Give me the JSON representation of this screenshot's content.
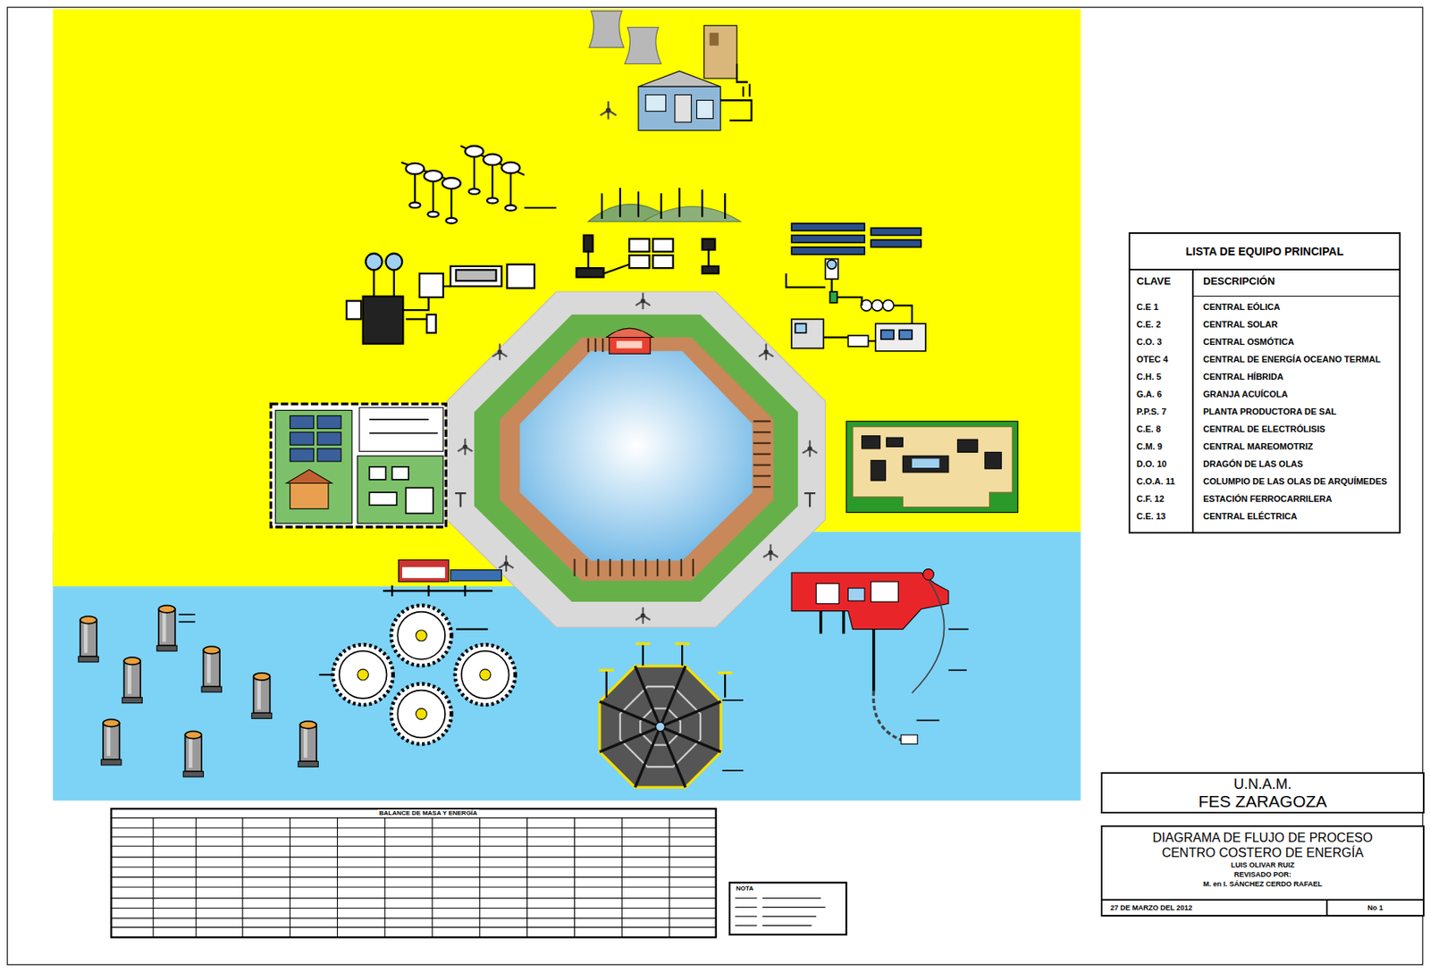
{
  "diagram": {
    "nodes": [
      {
        "text": [
          "LISTA DE EQUIPO PRINCIPAL"
        ]
      },
      {
        "text": [
          "U.N.A.M.",
          "FES ZARAGOZA"
        ]
      },
      {
        "text": [
          "DIAGRAMA DE FLUJO DE PROCESO",
          "CENTRO COSTERO DE ENERGÍA",
          "LUIS OLIVAR RUIZ",
          "REVISADO POR:",
          "M. en I. SÁNCHEZ CERDO RAFAEL",
          "27 DE MARZO DEL 2012",
          "No 1"
        ]
      }
    ],
    "labels": [
      "CLAVE",
      "DESCRIPCIÓN",
      "C.E 1",
      "CENTRAL EÓLICA",
      "C.E. 2",
      "CENTRAL SOLAR",
      "C.O. 3",
      "CENTRAL OSMÓTICA",
      "OTEC 4",
      "CENTRAL DE ENERGÍA OCEANO TERMAL",
      "C.H. 5",
      "CENTRAL HÍBRIDA",
      "G.A. 6",
      "GRANJA ACUÍCOLA",
      "P.P.S. 7",
      "PLANTA PRODUCTORA DE SAL",
      "C.E. 8",
      "CENTRAL DE ELECTRÓLISIS",
      "C.M. 9",
      "CENTRAL MAREOMOTRIZ",
      "D.O. 10",
      "DRAGÓN DE LAS OLAS",
      "C.O.A. 11",
      "COLUMPIO DE LAS OLAS DE ARQUÍMEDES",
      "C.F. 12",
      "ESTACIÓN FERROCARRILERA",
      "C.E. 13",
      "CENTRAL ELÉCTRICA",
      "BALANCE DE MASA Y ENERGÍA",
      "NOTA"
    ]
  }
}
